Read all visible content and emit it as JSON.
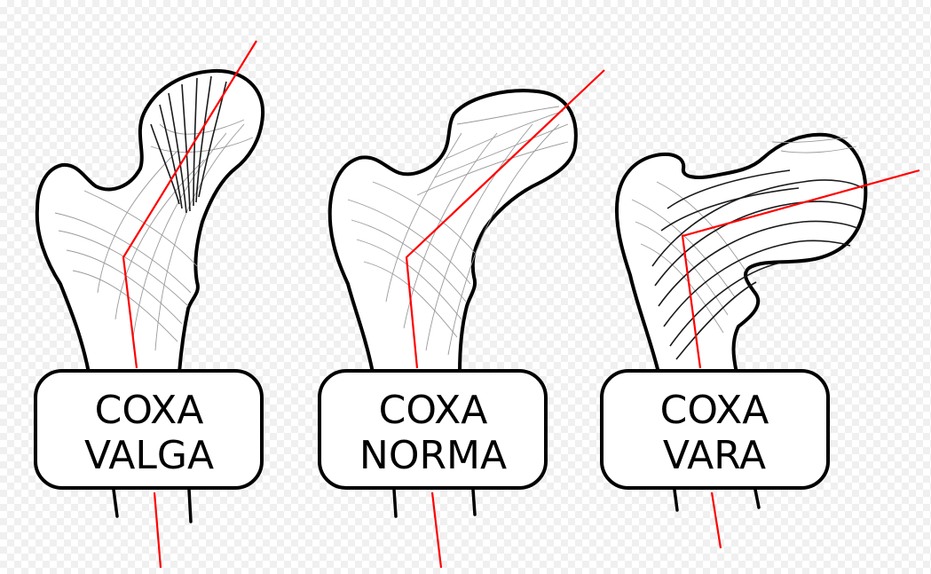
{
  "colors": {
    "axis": "#ff0000",
    "outline": "#000000",
    "background": "#ffffff"
  },
  "panels": [
    {
      "line1": "COXA",
      "line2": "VALGA"
    },
    {
      "line1": "COXA",
      "line2": "NORMA"
    },
    {
      "line1": "COXA",
      "line2": "VARA"
    }
  ]
}
